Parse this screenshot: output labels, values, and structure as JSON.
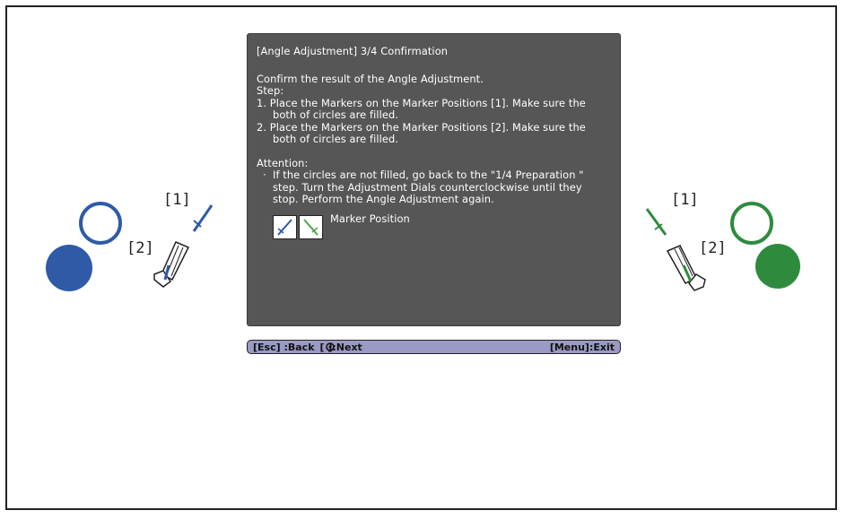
{
  "dialog": {
    "title": "[Angle Adjustment] 3/4 Confirmation",
    "intro": "Confirm the result of the Angle Adjustment.",
    "step_header": "Step:",
    "steps": [
      {
        "line1": "1. Place the Markers on the Marker Positions [1]. Make sure the",
        "line2": "both of circles are filled."
      },
      {
        "line1": "2. Place the Markers on the Marker Positions [2]. Make sure the",
        "line2": "both of circles are filled."
      }
    ],
    "attention_header": "Attention:",
    "attention": {
      "bullet": "·",
      "line1": "If the circles are not filled, go back to the \"1/4 Preparation \"",
      "line2": "step. Turn the Adjustment Dials counterclockwise until they",
      "line3": "stop. Perform the Angle Adjustment again."
    },
    "marker_position_label": "Marker Position"
  },
  "footer": {
    "back": "[Esc] :Back",
    "next": "[ ]:Next",
    "exit": "[Menu]:Exit"
  },
  "left_side": {
    "label_1": "[1]",
    "label_2": "[2]",
    "color": "#2e5aa8"
  },
  "right_side": {
    "label_1": "[1]",
    "label_2": "[2]",
    "color": "#2e8b3e"
  },
  "icons": [
    "blue-marker-icon",
    "green-marker-icon",
    "enter-icon",
    "marker-stand-icon"
  ]
}
